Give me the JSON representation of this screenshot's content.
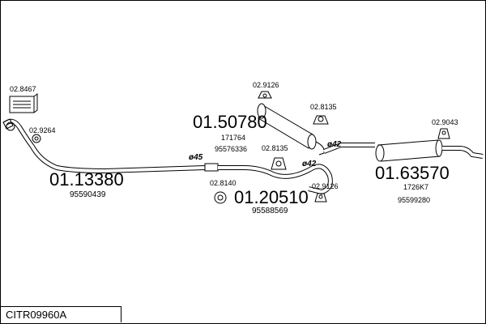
{
  "parts": {
    "clamp_box": "02.8467",
    "front_clamp": "02.9264",
    "front_pipe": {
      "number": "01.13380",
      "oem": "95590439"
    },
    "hanger_top_1": "02.9126",
    "center_silencer": {
      "number": "01.50780",
      "ref1": "171764",
      "ref2": "95576336"
    },
    "hanger_top_2": "02.8135",
    "hanger_mid": "02.8135",
    "clamp_lower": "02.8140",
    "middle_pipe": {
      "number": "01.20510",
      "oem": "95588569"
    },
    "hanger_lower": "02.9126",
    "hanger_rear": "02.9043",
    "rear_silencer": {
      "number": "01.63570",
      "ref1": "1726K7",
      "ref2": "95599280"
    }
  },
  "diameters": {
    "d1": "ø45",
    "d2": "ø42",
    "d3": "ø42"
  },
  "diagram_code": "CITR09960A"
}
